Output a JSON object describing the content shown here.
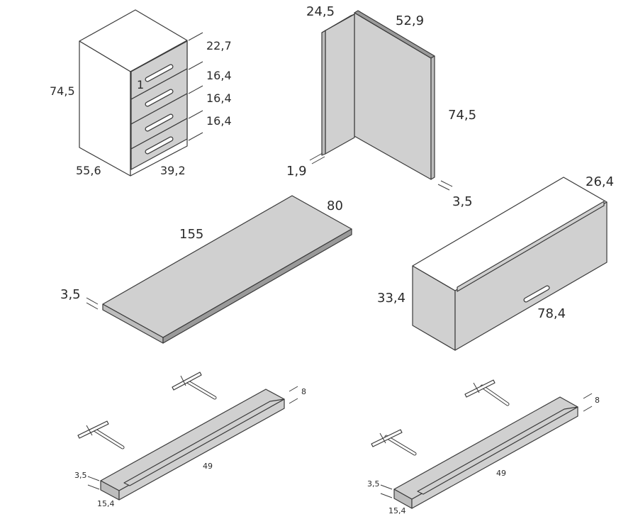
{
  "dresser": {
    "height": "74,5",
    "depth": "55,6",
    "width": "39,2",
    "drawer_top": "22,7",
    "drawer_2": "16,4",
    "drawer_3": "16,4",
    "drawer_4": "16,4",
    "label": "1"
  },
  "side_panel": {
    "depth": "24,5",
    "width": "52,9",
    "height": "74,5",
    "left_thickness": "1,9",
    "right_thickness": "3,5"
  },
  "desk_top": {
    "length": "155",
    "depth": "80",
    "thickness": "3,5"
  },
  "wall_cabinet": {
    "depth": "26,4",
    "height": "33,4",
    "width": "78,4"
  },
  "shelf_left": {
    "height": "8",
    "length": "49",
    "thickness": "3,5",
    "depth": "15,4"
  },
  "shelf_right": {
    "height": "8",
    "length": "49",
    "thickness": "3,5",
    "depth": "15,4"
  }
}
